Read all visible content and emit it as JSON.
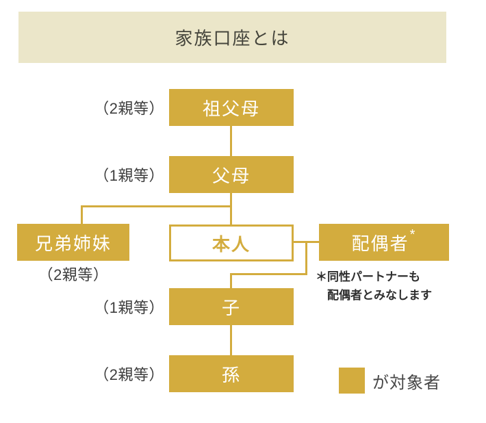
{
  "title": "家族口座とは",
  "tree": {
    "grandparents": {
      "label": "祖父母",
      "degree": "（2親等）"
    },
    "parents": {
      "label": "父母",
      "degree": "（1親等）"
    },
    "siblings": {
      "label": "兄弟姉妹",
      "degree": "（2親等）"
    },
    "self": {
      "label": "本人"
    },
    "spouse": {
      "label": "配偶者",
      "asterisk": "*"
    },
    "child": {
      "label": "子",
      "degree": "（1親等）"
    },
    "grandchild": {
      "label": "孫",
      "degree": "（2親等）"
    }
  },
  "note": {
    "line1": "＊同性パートナーも",
    "line2": "配偶者とみなします"
  },
  "legend": {
    "label": "が対象者"
  },
  "colors": {
    "gold": "#d3ac3e",
    "header_bg": "#ebe6c9",
    "text_dark": "#3e3e3e"
  }
}
